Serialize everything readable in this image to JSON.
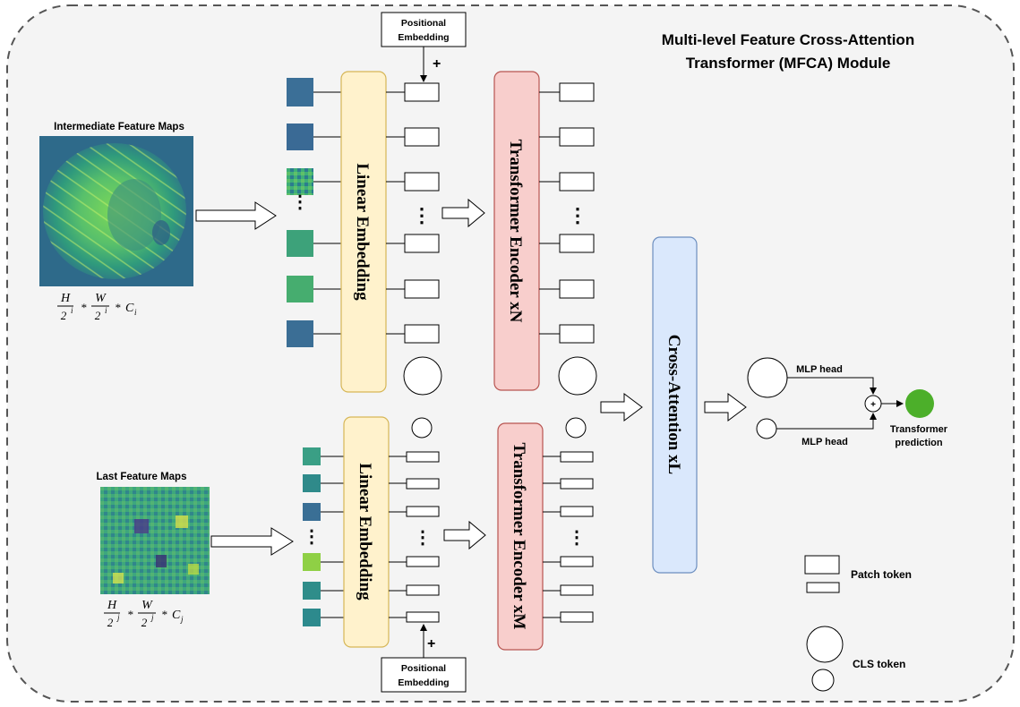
{
  "module": {
    "title_line1": "Multi-level Feature Cross-Attention",
    "title_line2": "Transformer (MFCA) Module"
  },
  "top_branch": {
    "feature_label": "Intermediate Feature Maps",
    "formula": {
      "h": "H",
      "w": "W",
      "den": "2",
      "exp": "i",
      "c": "C",
      "csub": "i"
    },
    "linear_embedding": "Linear Embedding",
    "positional_line1": "Positional",
    "positional_line2": "Embedding",
    "plus": "+",
    "encoder": "Transformer Encoder xN"
  },
  "bottom_branch": {
    "feature_label": "Last Feature Maps",
    "formula": {
      "h": "H",
      "w": "W",
      "den": "2",
      "exp": "j",
      "c": "C",
      "csub": "j"
    },
    "linear_embedding": "Linear Embedding",
    "positional_line1": "Positional",
    "positional_line2": "Embedding",
    "plus": "+",
    "encoder": "Transformer Encoder xM"
  },
  "cross_attention": "Cross-Attention xL",
  "head": {
    "mlp_top": "MLP head",
    "mlp_bottom": "MLP head",
    "sum_symbol": "+",
    "prediction_line1": "Transformer",
    "prediction_line2": "prediction"
  },
  "legend": {
    "patch_token": "Patch token",
    "cls_token": "CLS token"
  },
  "colors": {
    "linear_embedding_fill": "#fff2cc",
    "linear_embedding_stroke": "#d6b656",
    "encoder_fill": "#f8cecc",
    "encoder_stroke": "#b85450",
    "cross_attention_fill": "#dae8fc",
    "cross_attention_stroke": "#6c8ebf",
    "prediction_fill": "#4caf2a",
    "background": "#f4f4f4"
  }
}
